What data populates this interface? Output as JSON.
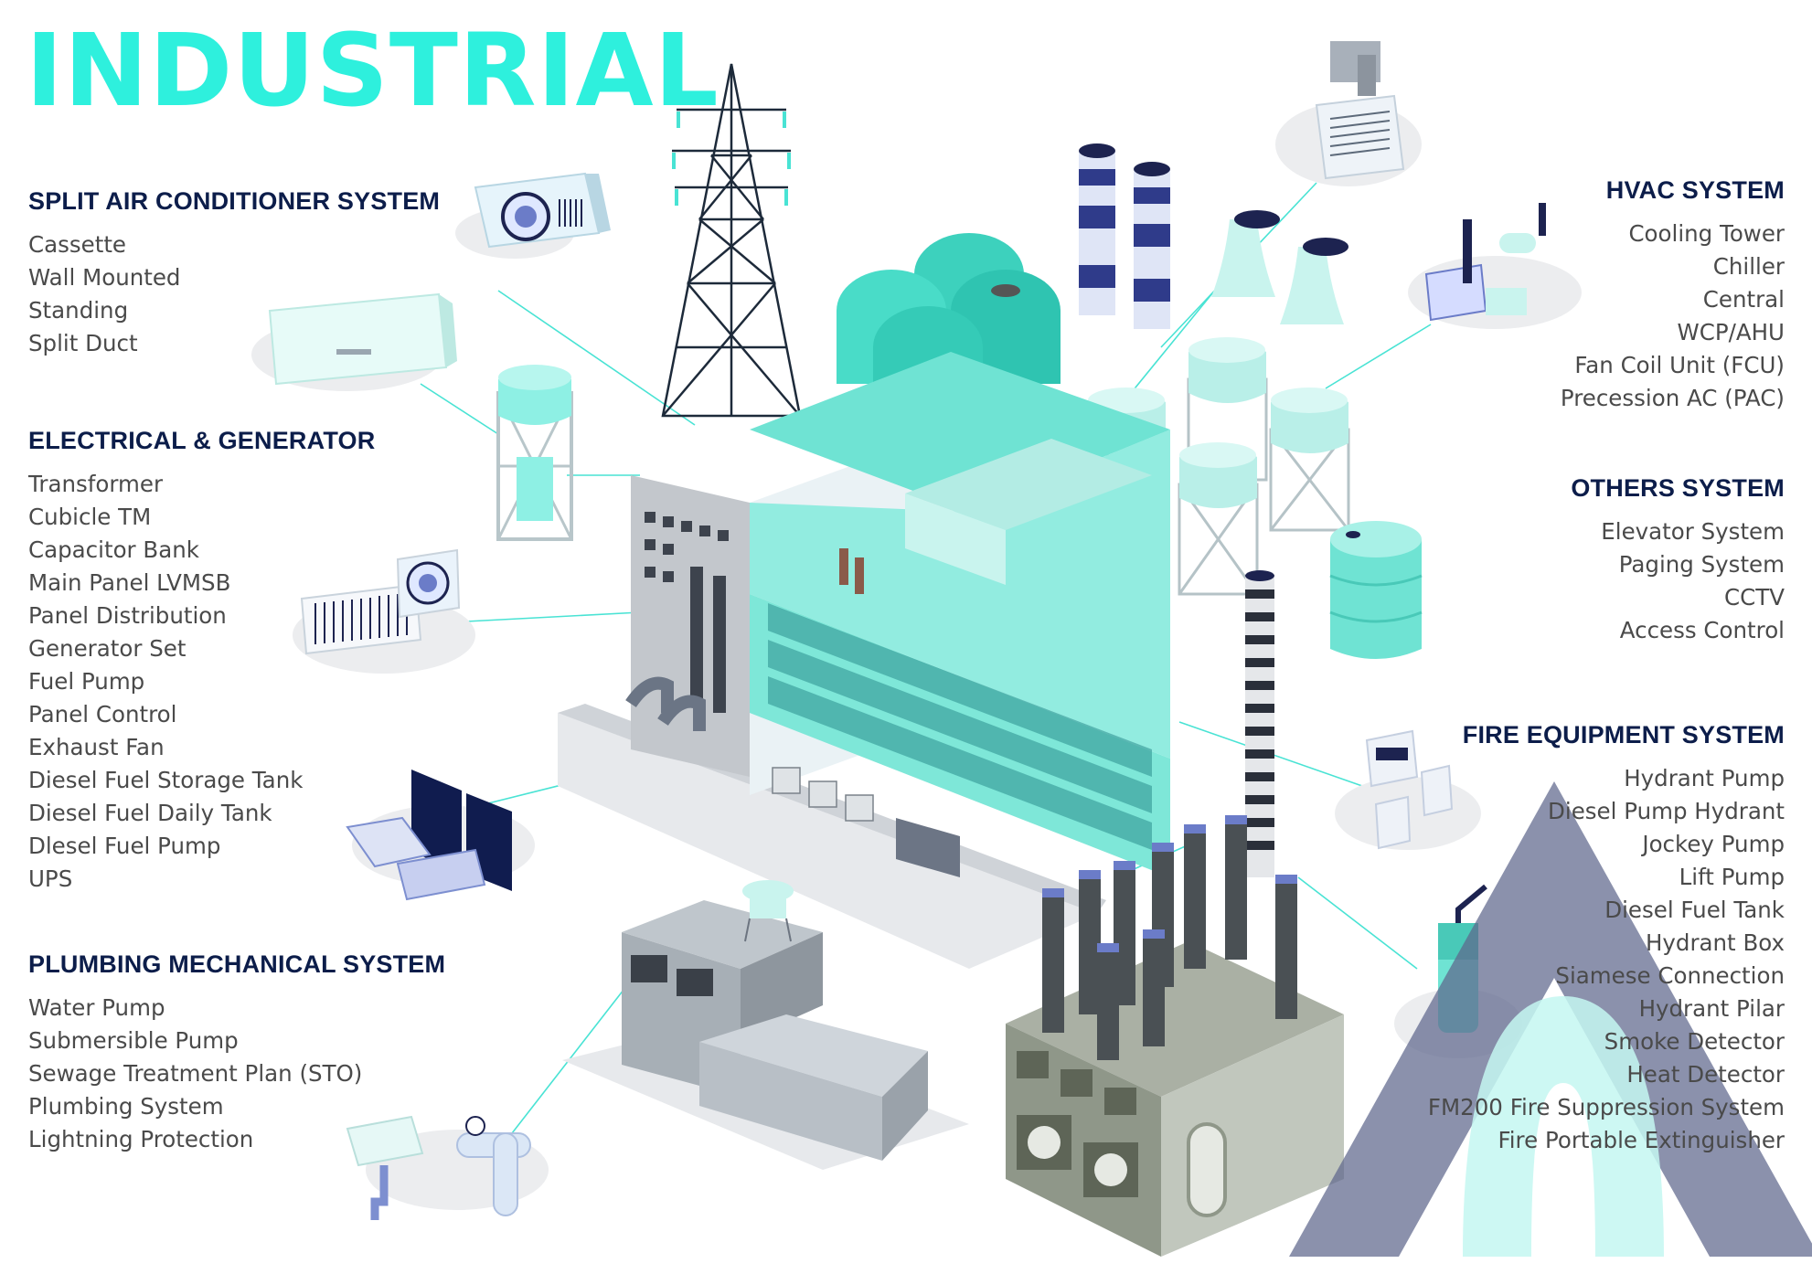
{
  "title": "INDUSTRIAL",
  "colors": {
    "title": "#2ef0dd",
    "heading": "#0c1d4a",
    "item": "#4a4a4a",
    "aqua": "#6fe3d3",
    "navy": "#1d2350",
    "logo": "#5e678c"
  },
  "sections": {
    "split_ac": {
      "heading": "SPLIT AIR CONDITIONER SYSTEM",
      "items": [
        "Cassette",
        "Wall Mounted",
        "Standing",
        "Split Duct"
      ]
    },
    "electrical": {
      "heading": "ELECTRICAL & GENERATOR",
      "items": [
        "Transformer",
        "Cubicle TM",
        "Capacitor Bank",
        "Main Panel LVMSB",
        "Panel Distribution",
        "Generator Set",
        "Fuel Pump",
        "Panel Control",
        "Exhaust Fan",
        "Diesel Fuel Storage Tank",
        "Diesel Fuel Daily Tank",
        "Dlesel Fuel Pump",
        "UPS"
      ]
    },
    "plumbing": {
      "heading": "PLUMBING MECHANICAL SYSTEM",
      "items": [
        "Water Pump",
        "Submersible Pump",
        "Sewage Treatment Plan (STO)",
        "Plumbing System",
        "Lightning Protection"
      ]
    },
    "hvac": {
      "heading": "HVAC SYSTEM",
      "items": [
        "Cooling Tower",
        "Chiller",
        "Central",
        "WCP/AHU",
        "Fan Coil Unit (FCU)",
        "Precession AC (PAC)"
      ]
    },
    "others": {
      "heading": "OTHERS SYSTEM",
      "items": [
        "Elevator System",
        "Paging System",
        "CCTV",
        "Access Control"
      ]
    },
    "fire": {
      "heading": "FIRE EQUIPMENT SYSTEM",
      "items": [
        "Hydrant Pump",
        "Diesel Pump Hydrant",
        "Jockey Pump",
        "Lift Pump",
        "Diesel Fuel Tank",
        "Hydrant Box",
        "Siamese Connection",
        "Hydrant Pilar",
        "Smoke Detector",
        "Heat Detector",
        "FM200 Fire Suppression System",
        "Fire Portable Extinguisher"
      ]
    }
  },
  "illustrations": [
    "cassette-ac-icon",
    "wall-ac-icon",
    "water-tower-icon",
    "outdoor-ac-unit-icon",
    "control-panel-icon",
    "plumbing-icon",
    "transmission-tower-icon",
    "storage-tanks-icon",
    "chimney-stacks-icon",
    "cooling-tower-icon",
    "hvac-unit-icon",
    "chiller-icon",
    "water-tanks-icon",
    "oil-drum-icon",
    "factory-building-icon",
    "smoke-stack-icon",
    "small-factory-icon",
    "transformer-icon",
    "fire-panel-icon",
    "fire-extinguisher-icon",
    "company-logo-icon"
  ]
}
